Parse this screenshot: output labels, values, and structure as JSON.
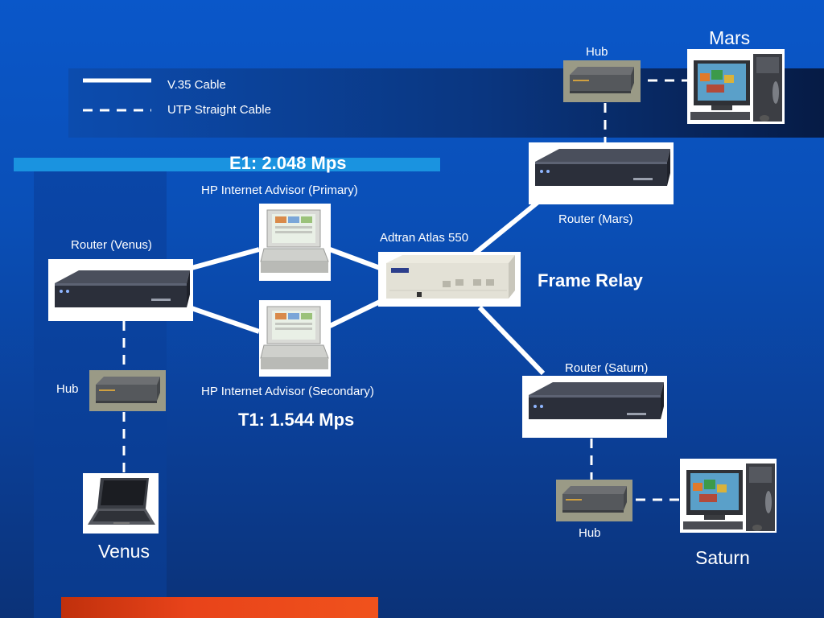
{
  "legend": {
    "solid_label": "V.35 Cable",
    "dashed_label": "UTP Straight Cable"
  },
  "links": {
    "e1_label": "E1: 2.048 Mps",
    "t1_label": "T1: 1.544 Mps",
    "frame_relay_label": "Frame Relay"
  },
  "devices": {
    "hp_primary": "HP Internet Advisor (Primary)",
    "hp_secondary": "HP Internet Advisor (Secondary)",
    "adtran": "Adtran Atlas 550",
    "router_venus": "Router (Venus)",
    "router_mars": "Router (Mars)",
    "router_saturn": "Router (Saturn)",
    "hub_mars": "Hub",
    "hub_venus": "Hub",
    "hub_saturn": "Hub"
  },
  "sites": {
    "mars": "Mars",
    "venus": "Venus",
    "saturn": "Saturn"
  },
  "colors": {
    "background_top": "#0a57c9",
    "background_bottom": "#0b3278",
    "band": "#0a2f7a",
    "e1_bar": "#1a93e0",
    "bottom_bar": "#e8431a",
    "cable": "#ffffff"
  }
}
